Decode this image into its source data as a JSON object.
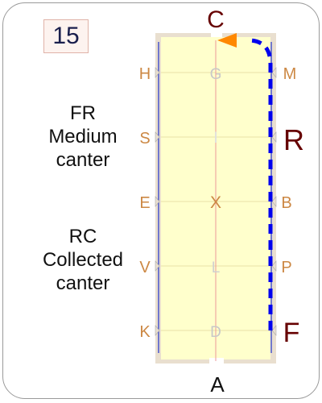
{
  "badge_number": "15",
  "movement_1": {
    "line1": "FR",
    "line2": "Medium",
    "line3": "canter"
  },
  "movement_2": {
    "line1": "RC",
    "line2": "Collected",
    "line3": "canter"
  },
  "markers": {
    "top": "C",
    "bottom": "A",
    "left": [
      "H",
      "S",
      "E",
      "V",
      "K"
    ],
    "right": [
      "M",
      "B",
      "P"
    ],
    "right_big": [
      "R",
      "F"
    ],
    "center": [
      "G",
      "I",
      "X",
      "L",
      "D"
    ]
  },
  "colors": {
    "arena_fill": "#ffffcc",
    "arena_border": "#e8dcc8",
    "marker": "#cc8844",
    "big_marker": "#660000",
    "path": "#0000ee",
    "arrow": "#ff8800",
    "center_line": "#ee9999"
  }
}
